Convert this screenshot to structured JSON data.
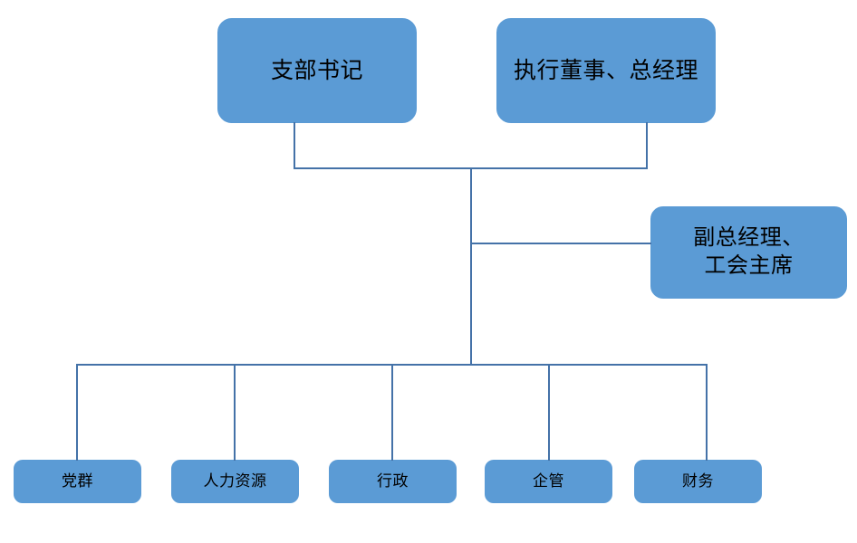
{
  "diagram": {
    "type": "organization-chart",
    "title": "",
    "colors": {
      "node_fill": "#5B9BD5",
      "node_text": "#000000",
      "connector": "#4472A8",
      "background": "#FFFFFF"
    },
    "nodes": {
      "party_secretary": {
        "label": "支部书记"
      },
      "executive_director_gm": {
        "label": "执行董事、总经理"
      },
      "deputy_gm_union_chair": {
        "label": "副总经理、\n工会主席"
      },
      "departments": [
        {
          "label": "党群"
        },
        {
          "label": "人力资源"
        },
        {
          "label": "行政"
        },
        {
          "label": "企管"
        },
        {
          "label": "财务"
        }
      ]
    }
  }
}
